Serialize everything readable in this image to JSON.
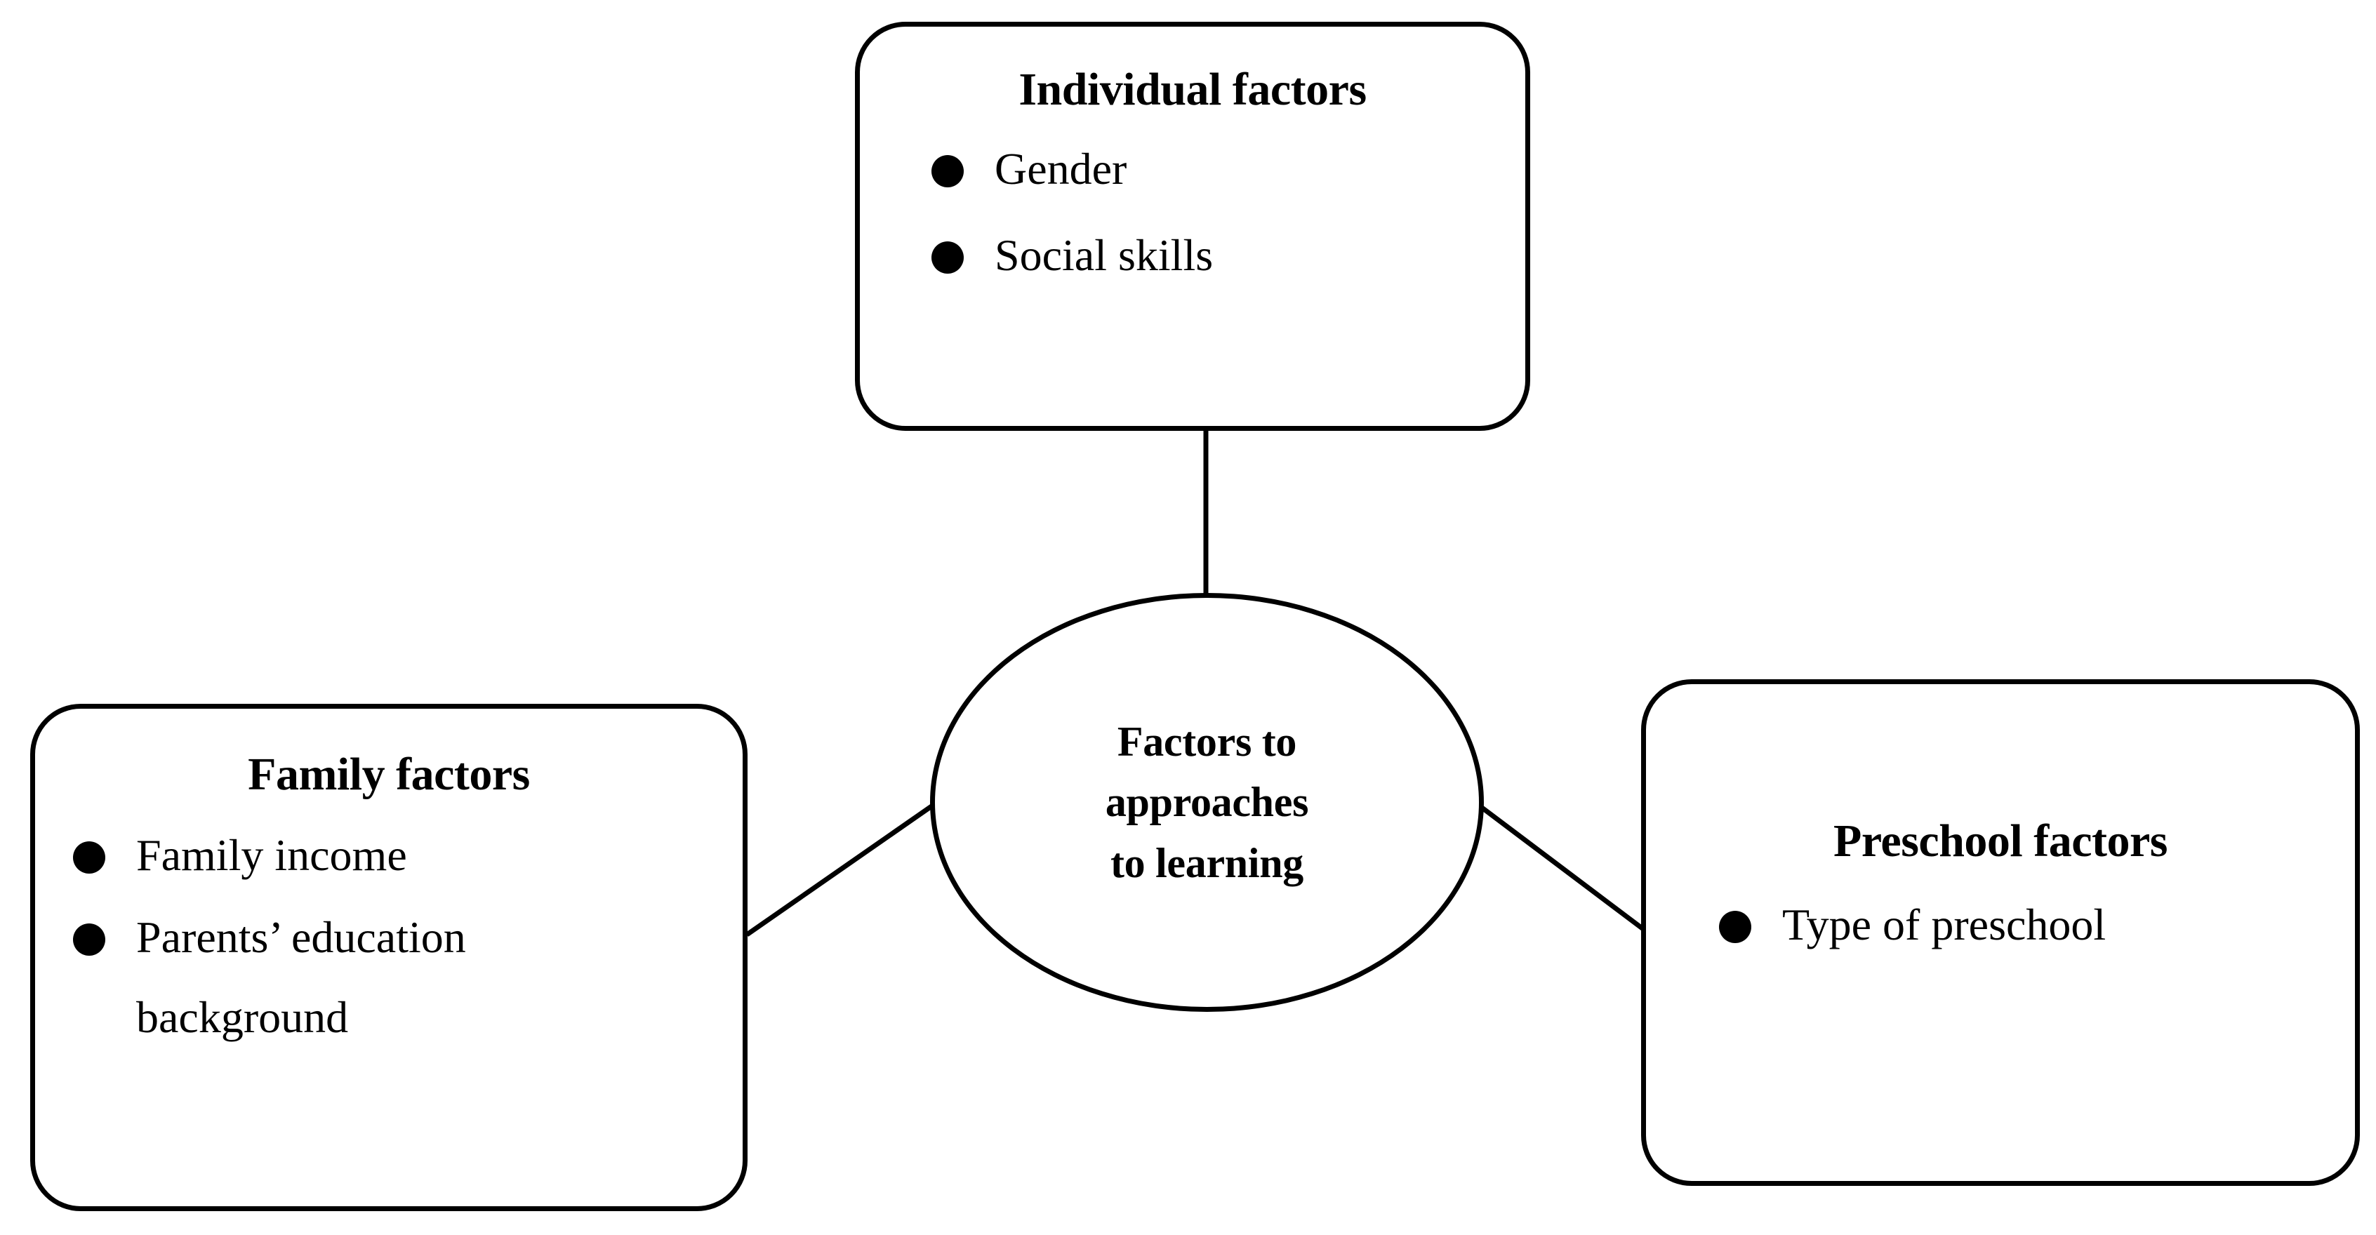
{
  "diagram": {
    "title": "Factors to approaches to learning",
    "type": "concept-map",
    "background_color": "#ffffff",
    "stroke_color": "#000000",
    "center": {
      "shape": "ellipse",
      "lines": [
        "Factors to",
        "approaches",
        "to learning"
      ]
    },
    "nodes": [
      {
        "id": "individual",
        "shape": "rounded-rectangle",
        "position": "top",
        "title": "Individual factors",
        "items": [
          "Gender",
          "Social skills"
        ]
      },
      {
        "id": "family",
        "shape": "rounded-rectangle",
        "position": "left",
        "title": "Family factors",
        "items": [
          "Family income",
          "Parents’ education"
        ],
        "item_continuation": "background"
      },
      {
        "id": "preschool",
        "shape": "rounded-rectangle",
        "position": "right",
        "title": "Preschool factors",
        "items": [
          "Type of preschool"
        ]
      }
    ],
    "connectors": [
      {
        "id": "individual-to-center",
        "from": "individual",
        "to": "center",
        "style": "straight-line"
      },
      {
        "id": "family-to-center",
        "from": "family",
        "to": "center",
        "style": "straight-line"
      },
      {
        "id": "center-to-preschool",
        "from": "center",
        "to": "preschool",
        "style": "straight-line"
      }
    ]
  }
}
